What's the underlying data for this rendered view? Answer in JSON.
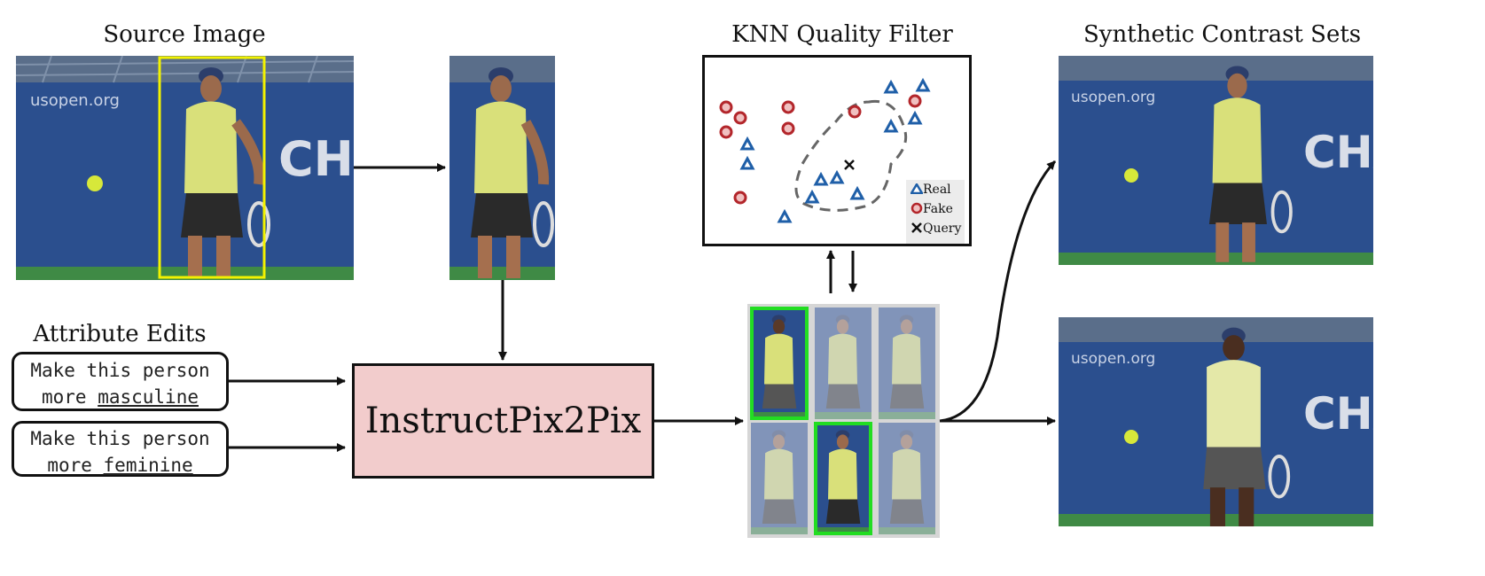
{
  "titles": {
    "source": "Source Image",
    "knn": "KNN Quality Filter",
    "synthetic": "Synthetic Contrast Sets",
    "attribute": "Attribute Edits"
  },
  "prompts": [
    {
      "line1": "Make this person",
      "prefix": "more ",
      "attr": "masculine"
    },
    {
      "line1": "Make this person",
      "prefix": "more ",
      "attr": "feminine"
    }
  ],
  "model_label": "InstructPix2Pix",
  "legend": {
    "real": "Real",
    "fake": "Fake",
    "query": "Query"
  },
  "photo_text": {
    "sponsor": "usopen.org",
    "wall": "CHA"
  },
  "colors": {
    "wall": "#2b4f8e",
    "grass": "#3f8a45",
    "shirt": "#d9e07a",
    "bbox": "#f2f200",
    "real": "#1f5fa8",
    "fake": "#b3262b",
    "model_fill": "#f2cccc",
    "select": "#22dd22"
  },
  "grid": {
    "cells": [
      {
        "person": "masculine",
        "selected": true
      },
      {
        "person": "feminine",
        "selected": false
      },
      {
        "person": "feminine",
        "selected": false
      },
      {
        "person": "feminine",
        "selected": false
      },
      {
        "person": "feminine",
        "selected": true
      },
      {
        "person": "feminine",
        "selected": false
      }
    ]
  },
  "icons": [
    "arrow-icon",
    "triangle-marker-icon",
    "circle-marker-icon",
    "cross-marker-icon"
  ]
}
